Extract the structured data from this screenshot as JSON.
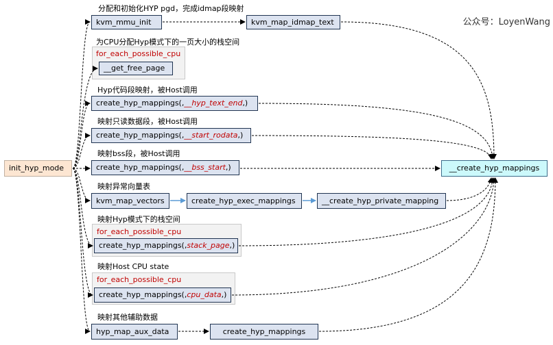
{
  "watermark": "公众号：LoyenWang",
  "root": "init_hyp_mode",
  "target": "__create_hyp_mappings",
  "rows": [
    {
      "caption": "分配和初始化HYP pgd，完成idmap段映射",
      "nodes": [
        "kvm_mmu_init",
        "kvm_map_idmap_text"
      ]
    },
    {
      "caption": "为CPU分配Hyp模式下的一页大小的栈空间",
      "loop": "for_each_possible_cpu",
      "nodes": [
        "__get_free_page"
      ]
    },
    {
      "caption": "Hyp代码段映射，被Host调用",
      "call": {
        "prefix": "create_hyp_mappings(,",
        "arg": "__hyp_text_end",
        "suffix": ",)"
      }
    },
    {
      "caption": "映射只读数据段，被Host调用",
      "call": {
        "prefix": "create_hyp_mappings(,",
        "arg": "__start_rodata",
        "suffix": ",)"
      }
    },
    {
      "caption": "映射bss段，被Host调用",
      "call": {
        "prefix": "create_hyp_mappings(,",
        "arg": "__bss_start",
        "suffix": ",)"
      }
    },
    {
      "caption": "映射异常向量表",
      "nodes": [
        "kvm_map_vectors",
        "create_hyp_exec_mappings",
        "__create_hyp_private_mapping"
      ]
    },
    {
      "caption": "映射Hyp模式下的栈空间",
      "loop": "for_each_possible_cpu",
      "call": {
        "prefix": "create_hyp_mappings(,",
        "arg": "stack_page",
        "suffix": ",)"
      }
    },
    {
      "caption": "映射Host CPU state",
      "loop": "for_each_possible_cpu",
      "call": {
        "prefix": "create_hyp_mappings(,",
        "arg": "cpu_data",
        "suffix": ",)"
      }
    },
    {
      "caption": "映射其他辅助数据",
      "nodes": [
        "hyp_map_aux_data",
        "create_hyp_mappings"
      ]
    }
  ]
}
